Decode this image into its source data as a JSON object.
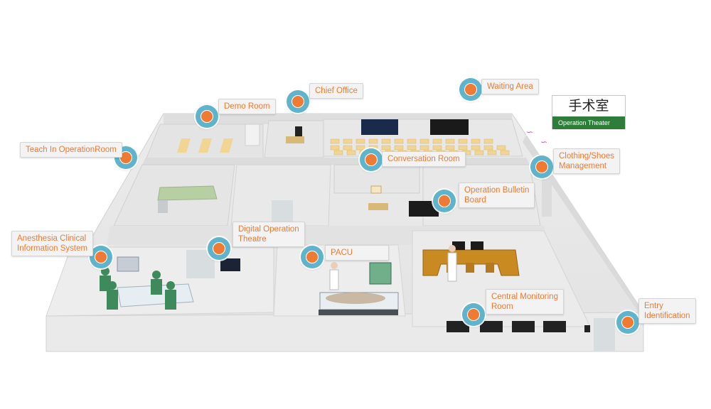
{
  "accent_color": "#ef7a33",
  "marker_color": "#5fb4cb",
  "sign": {
    "chinese": "手术室",
    "english": "Operation Theater",
    "color": "#2e7d3a"
  },
  "rooms": [
    {
      "id": "waiting-area",
      "label": "Waiting Area"
    },
    {
      "id": "chief-office",
      "label": "Chief  Office"
    },
    {
      "id": "demo-room",
      "label": "Demo Room"
    },
    {
      "id": "teach-in-operation-room",
      "label": "Teach In OperationRoom"
    },
    {
      "id": "conversation-room",
      "label": "Conversation Room"
    },
    {
      "id": "clothing-shoes-management",
      "label": "Clothing/Shoes\nManagement"
    },
    {
      "id": "operation-bulletin-board",
      "label": "Operation Bulletin\nBoard"
    },
    {
      "id": "digital-operation-theatre",
      "label": "Digital Operation\nTheatre"
    },
    {
      "id": "anesthesia-clinical-information-system",
      "label": "Anesthesia Clinical\nInformation System"
    },
    {
      "id": "pacu",
      "label": "PACU"
    },
    {
      "id": "central-monitoring-room",
      "label": "Central Monitoring\nRoom"
    },
    {
      "id": "entry-identification",
      "label": "Entry\nIdentification"
    }
  ]
}
